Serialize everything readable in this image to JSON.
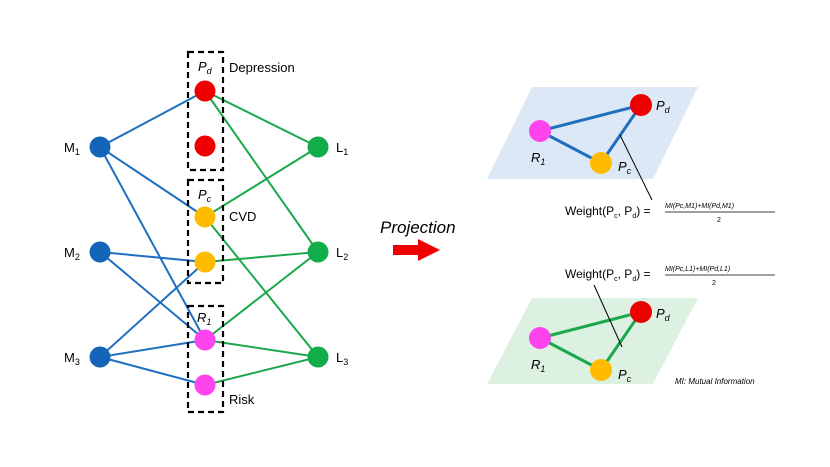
{
  "colors": {
    "blue_edge": "#1f6fbf",
    "green_edge": "#1aa84a",
    "red_node": "#ee0000",
    "yellow_node": "#ffbb00",
    "pink_node": "#ff44ee",
    "blue_node": "#1265b7",
    "green_node": "#12ad4a",
    "plane_top": "#dce8f5",
    "plane_bottom": "#dcf1e2",
    "arrow": "#ee0000"
  },
  "left": {
    "m_nodes": [
      {
        "base": "M",
        "sub": "1"
      },
      {
        "base": "M",
        "sub": "2"
      },
      {
        "base": "M",
        "sub": "3"
      }
    ],
    "l_nodes": [
      {
        "base": "L",
        "sub": "1"
      },
      {
        "base": "L",
        "sub": "2"
      },
      {
        "base": "L",
        "sub": "3"
      }
    ],
    "groups": [
      {
        "symbol": "P",
        "sub": "d",
        "name": "Depression"
      },
      {
        "symbol": "P",
        "sub": "c",
        "name": "CVD"
      },
      {
        "symbol": "R",
        "sub": "1",
        "name": "Risk"
      }
    ]
  },
  "projection_label": "Projection",
  "top_plane": {
    "labels": [
      {
        "symbol": "P",
        "sub": "d"
      },
      {
        "symbol": "R",
        "sub": "1"
      },
      {
        "symbol": "P",
        "sub": "c"
      }
    ],
    "formula_lhs": "Weight(P",
    "formula_lhs_sub1": "c",
    "formula_lhs_mid": ", P",
    "formula_lhs_sub2": "d",
    "formula_lhs_end": ") =",
    "formula_num": "MI(Pc,M1)+MI(Pd,M1)",
    "formula_den": "2"
  },
  "bottom_plane": {
    "labels": [
      {
        "symbol": "P",
        "sub": "d"
      },
      {
        "symbol": "R",
        "sub": "1"
      },
      {
        "symbol": "P",
        "sub": "c"
      }
    ],
    "formula_lhs": "Weight(P",
    "formula_lhs_sub1": "c",
    "formula_lhs_mid": ", P",
    "formula_lhs_sub2": "d",
    "formula_lhs_end": ") =",
    "formula_num": "MI(Pc,L1)+MI(Pd,L1)",
    "formula_den": "2"
  },
  "note": "MI: Mutual Information"
}
